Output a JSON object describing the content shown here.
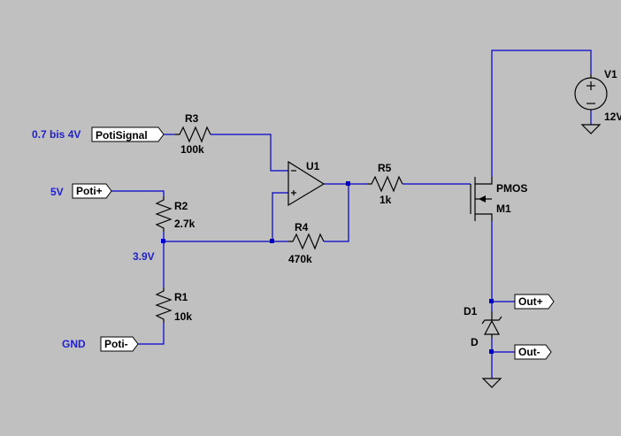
{
  "netlabels": {
    "poti_signal_range": "0.7 bis 4V",
    "poti_plus_voltage": "5V",
    "divider_node_voltage": "3.9V",
    "gnd": "GND"
  },
  "ports": {
    "poti_signal": "PotiSignal",
    "poti_plus": "Poti+",
    "poti_minus": "Poti-",
    "out_plus": "Out+",
    "out_minus": "Out-"
  },
  "components": {
    "r3": {
      "name": "R3",
      "value": "100k"
    },
    "r2": {
      "name": "R2",
      "value": "2.7k"
    },
    "r1": {
      "name": "R1",
      "value": "10k"
    },
    "r4": {
      "name": "R4",
      "value": "470k"
    },
    "r5": {
      "name": "R5",
      "value": "1k"
    },
    "u1": {
      "name": "U1"
    },
    "m1": {
      "name": "M1",
      "type": "PMOS"
    },
    "d1": {
      "name": "D1",
      "value": "D"
    },
    "v1": {
      "name": "V1",
      "value": "12V"
    }
  },
  "colors": {
    "background": "#c0c0c0",
    "wire": "#0000cc",
    "netlabel": "#1f1fd0",
    "component": "#000000"
  }
}
